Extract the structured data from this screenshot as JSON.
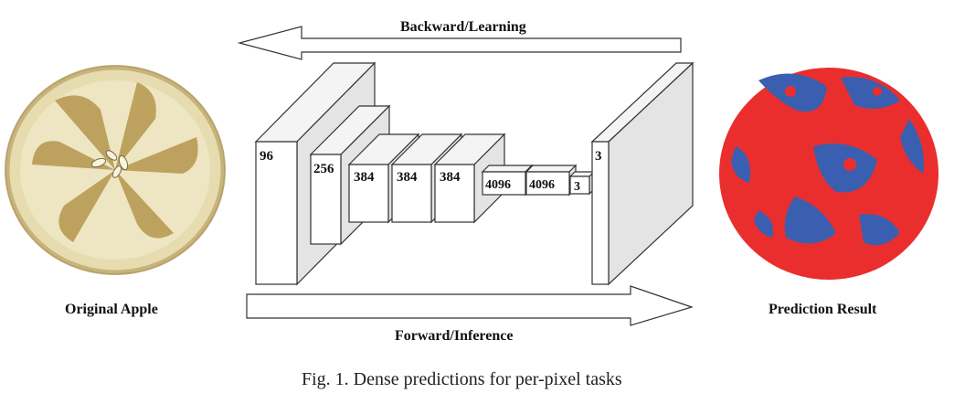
{
  "labels": {
    "backward": "Backward/Learning",
    "forward": "Forward/Inference",
    "original": "Original Apple",
    "prediction": "Prediction Result"
  },
  "caption": "Fig. 1. Dense predictions for per-pixel tasks",
  "layers": [
    "96",
    "256",
    "384",
    "384",
    "384",
    "4096",
    "4096",
    "3",
    "3"
  ],
  "colors": {
    "apple_flesh": "#e6dcb0",
    "apple_pattern": "#b5974e",
    "pred_red": "#ea2e2e",
    "pred_blue": "#3a5fb0"
  }
}
